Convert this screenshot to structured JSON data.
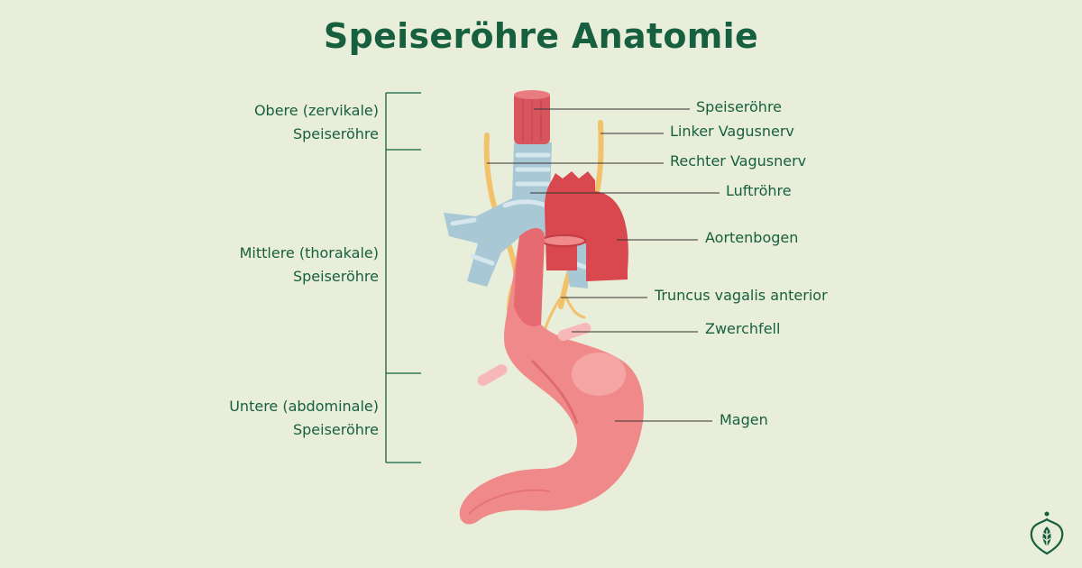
{
  "title": "Speiseröhre Anatomie",
  "sections": [
    {
      "line1": "Obere (zervikale)",
      "line2": "Speiseröhre"
    },
    {
      "line1": "Mittlere (thorakale)",
      "line2": "Speiseröhre"
    },
    {
      "line1": "Untere (abdominale)",
      "line2": "Speiseröhre"
    }
  ],
  "callouts": [
    {
      "label": "Speiseröhre"
    },
    {
      "label": "Linker Vagusnerv"
    },
    {
      "label": "Rechter Vagusnerv"
    },
    {
      "label": "Luftröhre"
    },
    {
      "label": "Aortenbogen"
    },
    {
      "label": "Truncus vagalis anterior"
    },
    {
      "label": "Zwerchfell"
    },
    {
      "label": "Magen"
    }
  ],
  "colors": {
    "background": "#e8eed9",
    "text": "#17603f",
    "esophagus": "#d9555d",
    "trachea": "#a9c8d6",
    "aorta": "#d9484f",
    "nerve": "#f2c26b",
    "stomach": "#f08a8a",
    "diaphragm": "#f6b8b8"
  },
  "logo": {
    "icon": "leaf-heart-logo-icon"
  }
}
